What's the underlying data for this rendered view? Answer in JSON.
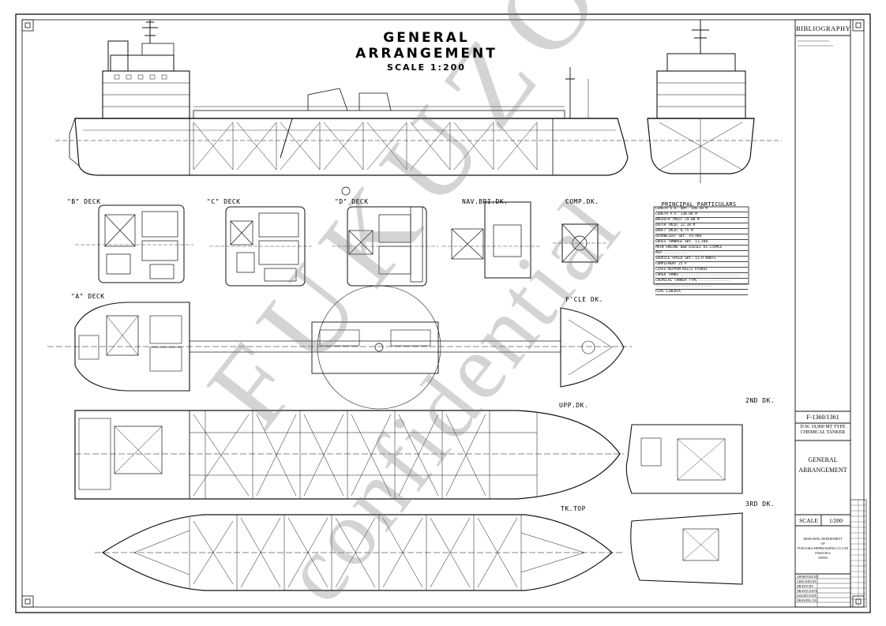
{
  "drawing": {
    "title": "GENERAL ARRANGEMENT",
    "scale_label": "SCALE 1:200"
  },
  "views": {
    "b_deck": "\"B\" DECK",
    "c_deck": "\"C\" DECK",
    "d_deck": "\"D\" DECK",
    "nav_bri_dk": "NAV.BRI.DK.",
    "comp_dk": "COMP.DK.",
    "a_deck": "\"A\" DECK",
    "f_cle_dk": "F'CLE DK.",
    "upp_dk": "UPP.DK.",
    "second_dk": "2ND DK.",
    "third_dk": "3RD DK.",
    "tk_top": "TK.TOP"
  },
  "principal_particulars": {
    "heading": "PRINCIPAL PARTICULARS",
    "rows": [
      "LENGTH  O.A.          abt.  146.50  M",
      "LENGTH  P.P.               138.00  M",
      "BREADTH (MLD)               24.00  M",
      "DEPTH   (MLD)               12.10  M",
      "DRAFT   (MLD)                8.75  M",
      "DEADWEIGHT           abt. 19,900",
      "GROSS TONNAGE        abt. 11,500",
      "MAIN ENGINE     B&W DIESEL 6S-L35MCE",
      "                MCR  ...........",
      "SERVICE SPEED        abt.   13.9  KNOTS",
      "COMPLEMENT                   25 P",
      "CLASS          NIPPON KAIJI KYOKAI",
      "CARGO TANKS  ............................",
      "CHEMICAL TANKER TYPE ...............",
      "...........................",
      "FLAG                        LIBERIA"
    ]
  },
  "title_block": {
    "bibliography": "BIBLIOGRAPHY",
    "drawing_no": "F-1360/1361",
    "vessel_line1": "D.W. 19,900 MT TYPE",
    "vessel_line2": "CHEMICAL TANKER",
    "drawing_name_line1": "GENERAL",
    "drawing_name_line2": "ARRANGEMENT",
    "scale_label": "SCALE",
    "scale_value": "1/200",
    "designer_line1": "DESIGNING DEPARTMENT",
    "designer_line2": "OF",
    "designer_line3": "FUKUOKA SHIPBUILDING CO.,LTD",
    "designer_line4": "FUKUOKA",
    "designer_line5": "JAPAN",
    "sig_approved": "APPROVED BY",
    "sig_checked": "CHECKED BY",
    "sig_drawn": "DRAWN BY",
    "sig_drawn_date": "DRAWN DATE",
    "sig_issued": "ISSUED DATE",
    "sig_drawing_no": "DRAWING NO."
  },
  "watermark": {
    "line1": "FUKUZO",
    "line2": "confidential"
  }
}
